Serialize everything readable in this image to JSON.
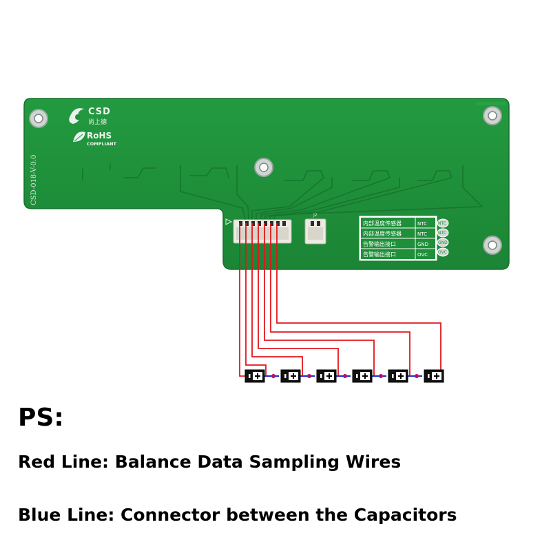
{
  "board": {
    "brand": "CSD",
    "brand_cn": "尚上德",
    "rohs": "RoHS",
    "rohs_sub": "COMPLIANT",
    "model": "CSD-018-V-0.0",
    "j2": "J2",
    "table": [
      {
        "desc": "内部温度传感器",
        "sig": "NTC",
        "pin": "NTC"
      },
      {
        "desc": "内部温度传感器",
        "sig": "NTC",
        "pin": "NTC"
      },
      {
        "desc": "告警输出接口",
        "sig": "GND",
        "pin": "GND"
      },
      {
        "desc": "告警输出接口",
        "sig": "OVC",
        "pin": "OVC"
      }
    ],
    "colors": {
      "pcb": "#1f8f3a",
      "silk": "#f2f2f2",
      "wire_red": "#e3161b",
      "wire_blue": "#1b2fd8"
    }
  },
  "capacitor_count": 6,
  "captions": {
    "heading": "PS:",
    "red_line": "Red Line: Balance Data Sampling Wires",
    "blue_line": "Blue Line: Connector between the Capacitors"
  }
}
